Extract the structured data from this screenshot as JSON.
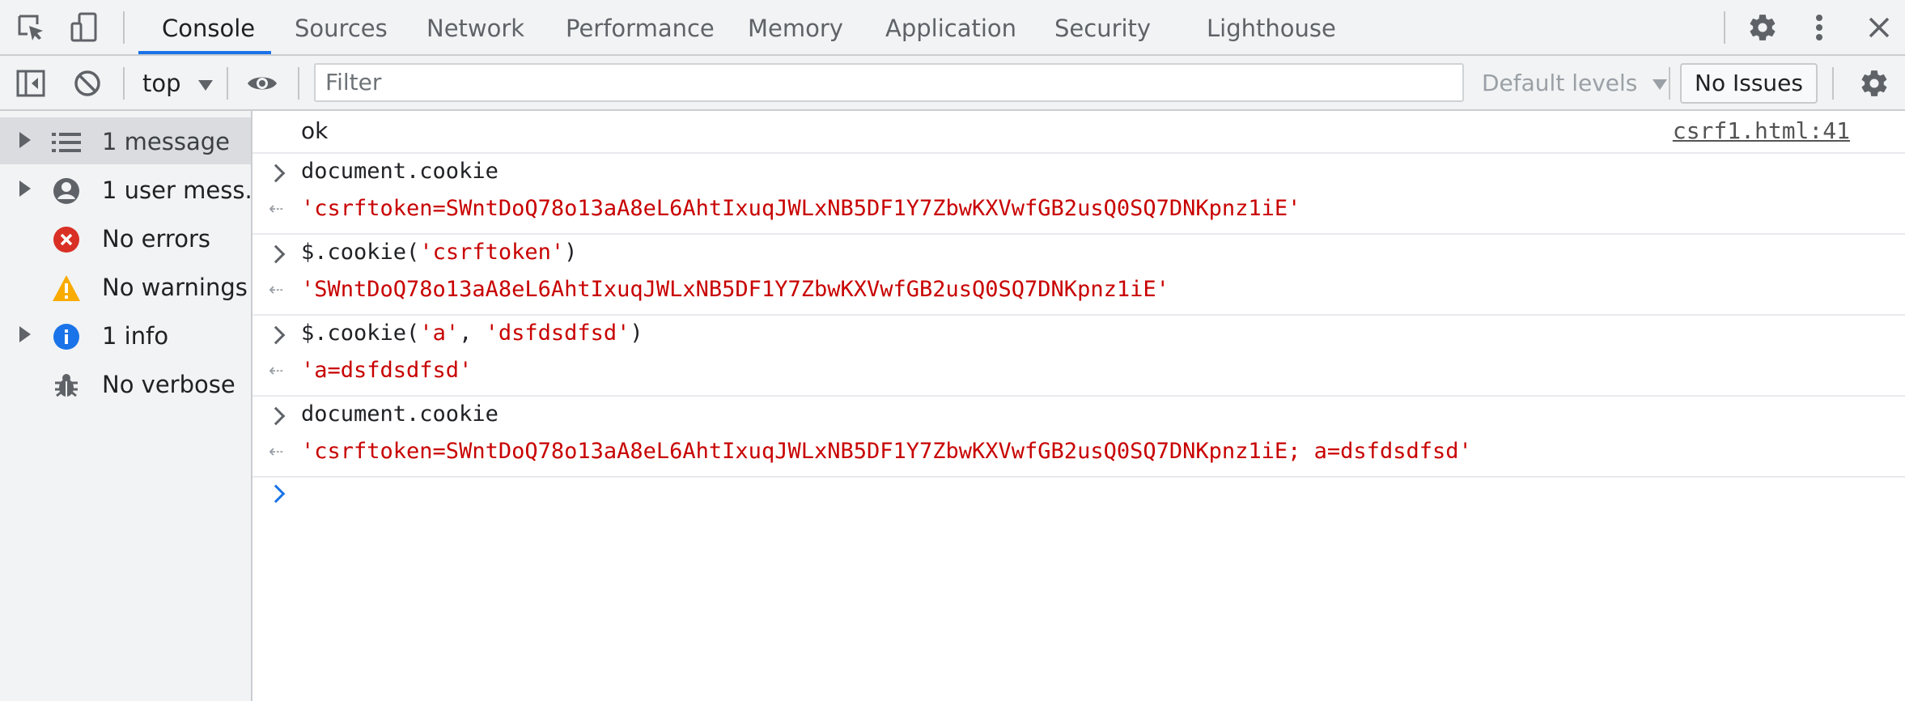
{
  "tabs": [
    "Console",
    "Sources",
    "Network",
    "Performance",
    "Memory",
    "Application",
    "Security",
    "Lighthouse"
  ],
  "active_tab": "Console",
  "toolbar": {
    "context": "top",
    "filter_placeholder": "Filter",
    "levels": "Default levels",
    "issues": "No Issues"
  },
  "sidebar": {
    "items": [
      {
        "label": "1 message",
        "icon": "list-icon",
        "expandable": true,
        "selected": true
      },
      {
        "label": "1 user mess...",
        "icon": "user-icon",
        "expandable": true,
        "selected": false
      },
      {
        "label": "No errors",
        "icon": "error-icon",
        "expandable": false,
        "selected": false
      },
      {
        "label": "No warnings",
        "icon": "warning-icon",
        "expandable": false,
        "selected": false
      },
      {
        "label": "1 info",
        "icon": "info-icon",
        "expandable": true,
        "selected": false
      },
      {
        "label": "No verbose",
        "icon": "bug-icon",
        "expandable": false,
        "selected": false
      }
    ]
  },
  "console": {
    "log": {
      "text": "ok",
      "source": "csrf1.html:41"
    },
    "entries": [
      {
        "input_parts": [
          "document.cookie"
        ],
        "result": "'csrftoken=SWntDoQ78o13aA8eL6AhtIxuqJWLxNB5DF1Y7ZbwKXVwfGB2usQ0SQ7DNKpnz1iE'"
      },
      {
        "input_parts": [
          "$.cookie(",
          "'csrftoken'",
          ")"
        ],
        "result": "'SWntDoQ78o13aA8eL6AhtIxuqJWLxNB5DF1Y7ZbwKXVwfGB2usQ0SQ7DNKpnz1iE'"
      },
      {
        "input_parts": [
          "$.cookie(",
          "'a'",
          ", ",
          "'dsfdsdfsd'",
          ")"
        ],
        "result": "'a=dsfdsdfsd'"
      },
      {
        "input_parts": [
          "document.cookie"
        ],
        "result": "'csrftoken=SWntDoQ78o13aA8eL6AhtIxuqJWLxNB5DF1Y7ZbwKXVwfGB2usQ0SQ7DNKpnz1iE; a=dsfdsdfsd'"
      }
    ]
  },
  "colors": {
    "accent": "#1a73e8",
    "string_red": "#c80000",
    "error_red": "#d93025",
    "warning_yellow": "#f9ab00",
    "info_blue": "#1a73e8"
  }
}
